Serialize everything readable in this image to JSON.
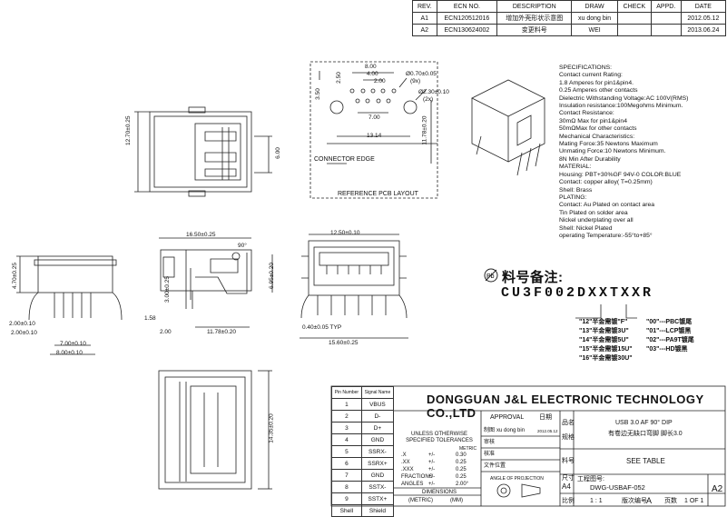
{
  "revision_table": {
    "headers": [
      "REV.",
      "ECN NO.",
      "DESCRIPTION",
      "DRAW",
      "CHECK",
      "APPD.",
      "DATE"
    ],
    "rows": [
      [
        "A1",
        "ECN120512016",
        "增加外壳形状示意图",
        "xu dong bin",
        "",
        "",
        "2012.05.12"
      ],
      [
        "A2",
        "ECN130624002",
        "变更料号",
        "WEI",
        "",
        "",
        "2013.06.24"
      ]
    ]
  },
  "pcb_layout": {
    "label": "REFERENCE PCB LAYOUT",
    "connector_edge": "CONNECTOR EDGE",
    "dims": [
      "8.00",
      "4.00",
      "2.00",
      "2.50",
      "7.00",
      "13.14",
      "3.50",
      "11.78±0.20",
      "Ø0.70±0.05",
      "(9x)",
      "Ø2.30±0.10",
      "(2x)"
    ]
  },
  "front_view": {
    "dims": [
      "12.70±0.25",
      "6.00"
    ]
  },
  "side_view": {
    "dims": [
      "16.50±0.25",
      "90°",
      "3.00±0.25",
      "6.95±0.20",
      "1.58",
      "2.00",
      "11.78±0.20"
    ]
  },
  "right_view": {
    "dims": [
      "12.50±0.10",
      "0.40±0.05 TYP",
      "15.60±0.25"
    ]
  },
  "left_view": {
    "dims": [
      "4.70±0.25",
      "2.00±0.10",
      "2.00±0.10",
      "7.00±0.10",
      "8.00±0.10"
    ]
  },
  "bottom_view": {
    "dims": [
      "14.35±0.20"
    ]
  },
  "specifications": [
    "SPECIFICATIONS:",
    "Contact current Rating:",
    "   1.8  Amperes for pin1&pin4.",
    "   0.25 Amperes other contacts",
    "Dielectric Withstanding Voltage:AC 100V(RMS)",
    "Insulation resistance:100Megohms Minimum.",
    "Contact Resistance:",
    "   30mΩ Max for pin1&pin4",
    "   50mΩMax for other contacts",
    "Mechanical Characteristics:",
    "   Mating Force:35 Newtons Maximum",
    "   Unmating Force:10 Newtons Minimum.",
    "                         8N Min After Durability",
    "MATERIAL:",
    "   Housing: PBT+30%GF 94V-0 COLOR:BLUE",
    "   Contact: copper alloy( T=0.25mm)",
    "   Shell:    Brass",
    "PLATING:",
    "   Contact: Au Plated on contact area",
    "                Tin Plated on solder area",
    "                Nickel underplating over all",
    "   Shell:    Nickel Plated",
    "operating Temperature:-55°to+85°"
  ],
  "part_number": {
    "label": "料号备注:",
    "code": "CU3F002DXXTXXR",
    "options_left": [
      "\"12\"半金需镀\"F\"",
      "\"13\"半金需镀3U\"",
      "\"14\"半金需镀5U\"",
      "\"15\"半金需镀15U\"",
      "\"16\"半金需镀30U\""
    ],
    "options_right": [
      "\"00\"---PBC镀尾",
      "\"01\"---LCP镀黑",
      "\"02\"---PA9T镀尾",
      "\"03\"---HD镀黑"
    ]
  },
  "pin_table": {
    "headers": [
      "Pin Number",
      "Signal Name"
    ],
    "rows": [
      [
        "1",
        "VBUS"
      ],
      [
        "2",
        "D-"
      ],
      [
        "3",
        "D+"
      ],
      [
        "4",
        "GND"
      ],
      [
        "5",
        "SSRX-"
      ],
      [
        "6",
        "SSRX+"
      ],
      [
        "7",
        "GND"
      ],
      [
        "8",
        "SSTX-"
      ],
      [
        "9",
        "SSTX+"
      ],
      [
        "Shell",
        "Shield"
      ]
    ]
  },
  "title_block": {
    "company": "DONGGUAN J&L ELECTRONIC TECHNOLOGY CO.,LTD",
    "tolerance_title": "UNLESS OTHERWISE SPECIFIED TOLERANCES",
    "metric": "METRIC",
    "tolerances": [
      [
        ".X",
        "+/-",
        "0.30"
      ],
      [
        ".XX",
        "+/-",
        "0.25"
      ],
      [
        ".XXX",
        "+/-",
        "0.25"
      ],
      [
        "FRACTIONS",
        "+/-",
        "0.25"
      ],
      [
        "ANGLES",
        "+/-",
        "2.00°"
      ]
    ],
    "dimensions_label": "DIMENSIONS",
    "units_metric": "(METRIC)",
    "units_mm": "(MM)",
    "approval": "APPROVAL",
    "date_label": "日期",
    "drawn_label": "制图",
    "drawn_by": "xu dong bin",
    "drawn_date": "2012.05.12",
    "check_label": "审核",
    "approve_label": "核准",
    "doc_label": "文件位置",
    "projection": "ANGLE OF PROJECTION",
    "name_label": "品名",
    "spec_label": "规格",
    "product_name": "USB 3.0 AF 90° DIP",
    "product_spec": "有卷边无缺口弯脚 脚长3.0",
    "part_label": "料号",
    "part_value": "SEE TABLE",
    "size_label": "尺寸",
    "size_value": "A4",
    "dwg_label": "工程图号:",
    "dwg_no": "DWG-USBAF-052",
    "rev_value": "A2",
    "scale_label": "比例",
    "scale_value": "1 : 1",
    "version_label": "版次编号",
    "version_value": "A",
    "page_label": "页数",
    "page_value": "1  OF  1"
  }
}
